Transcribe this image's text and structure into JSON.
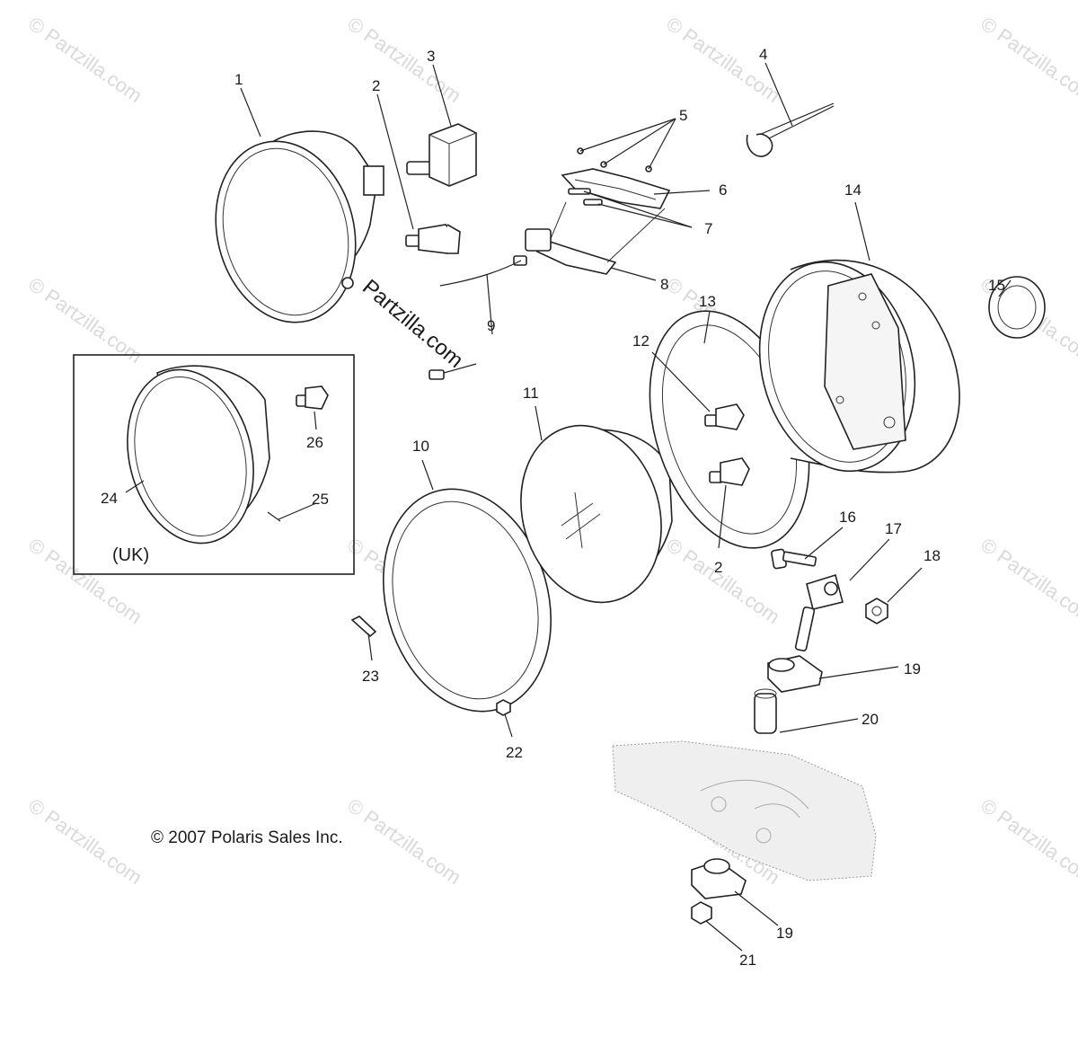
{
  "watermark": {
    "text": "© Partzilla.com"
  },
  "brand_watermark": "Partzilla.com",
  "copyright": "© 2007 Polaris Sales Inc.",
  "uk_label": "(UK)",
  "callouts": [
    {
      "id": "c1",
      "text": "1"
    },
    {
      "id": "c2a",
      "text": "2"
    },
    {
      "id": "c3",
      "text": "3"
    },
    {
      "id": "c4",
      "text": "4"
    },
    {
      "id": "c5",
      "text": "5"
    },
    {
      "id": "c6",
      "text": "6"
    },
    {
      "id": "c7",
      "text": "7"
    },
    {
      "id": "c8",
      "text": "8"
    },
    {
      "id": "c9",
      "text": "9"
    },
    {
      "id": "c10",
      "text": "10"
    },
    {
      "id": "c11",
      "text": "11"
    },
    {
      "id": "c12",
      "text": "12"
    },
    {
      "id": "c13",
      "text": "13"
    },
    {
      "id": "c14",
      "text": "14"
    },
    {
      "id": "c15",
      "text": "15"
    },
    {
      "id": "c16",
      "text": "16"
    },
    {
      "id": "c17",
      "text": "17"
    },
    {
      "id": "c18",
      "text": "18"
    },
    {
      "id": "c19a",
      "text": "19"
    },
    {
      "id": "c20",
      "text": "20"
    },
    {
      "id": "c21",
      "text": "21"
    },
    {
      "id": "c22",
      "text": "22"
    },
    {
      "id": "c23",
      "text": "23"
    },
    {
      "id": "c24",
      "text": "24"
    },
    {
      "id": "c25",
      "text": "25"
    },
    {
      "id": "c26",
      "text": "26"
    },
    {
      "id": "c2b",
      "text": "2"
    },
    {
      "id": "c19b",
      "text": "19"
    }
  ]
}
